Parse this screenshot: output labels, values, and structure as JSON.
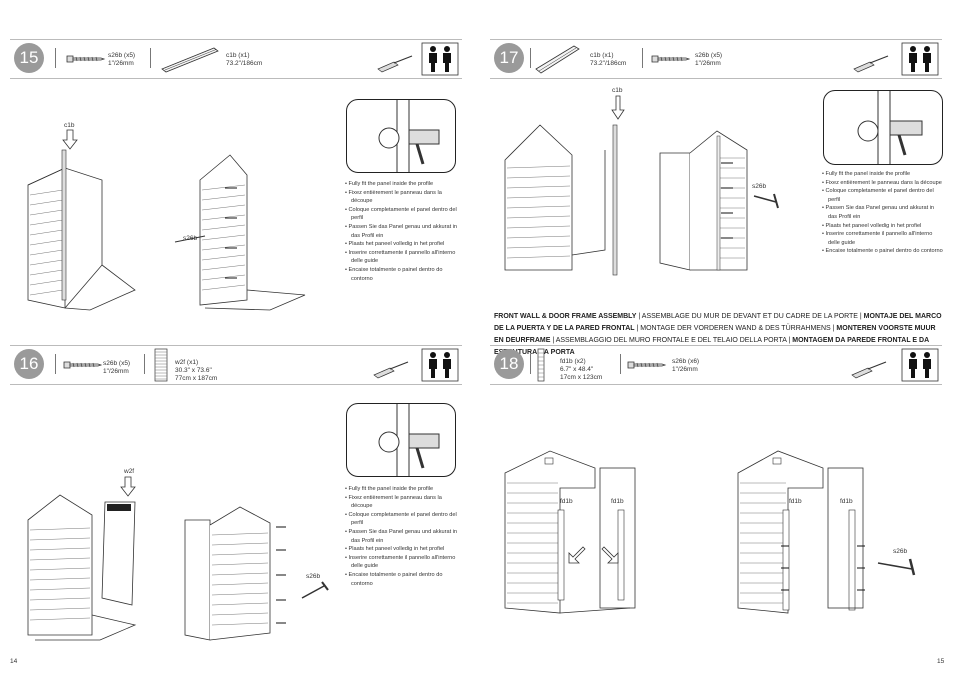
{
  "pages": {
    "left": "14",
    "right": "15"
  },
  "bullet_text": [
    "Fully fit the panel inside the profile",
    "Fixez entièrement le panneau dans la découpe",
    "Coloque completamente el panel dentro del perfil",
    "Passen Sie das Panel genau und akkurat in das Profil ein",
    "Plaats het paneel volledig in het profiel",
    "Inserire correttamente il pannello all'interno delle guide",
    "Encaixe totalmente o painel dentro do contorno"
  ],
  "steps": {
    "s15": {
      "number": "15",
      "parts": [
        {
          "code": "s26b (x5)",
          "size": "1\"/26mm"
        },
        {
          "code": "c1b (x1)",
          "size": "73.2\"/186cm"
        }
      ],
      "labels": {
        "c1b": "c1b",
        "s26b": "s26b"
      }
    },
    "s16": {
      "number": "16",
      "parts": [
        {
          "code": "s26b (x5)",
          "size": "1\"/26mm"
        },
        {
          "code": "w2f (x1)",
          "size": "30.3\" x 73.6\"",
          "size2": "77cm x 187cm"
        }
      ],
      "labels": {
        "w2f": "w2f",
        "s26b": "s26b"
      }
    },
    "s17": {
      "number": "17",
      "parts": [
        {
          "code": "c1b (x1)",
          "size": "73.2\"/186cm"
        },
        {
          "code": "s26b (x5)",
          "size": "1\"/26mm"
        }
      ],
      "labels": {
        "c1b": "c1b",
        "s26b": "s26b"
      }
    },
    "s18": {
      "number": "18",
      "parts": [
        {
          "code": "fd1b (x2)",
          "size": "6.7\" x 48.4\"",
          "size2": "17cm x 123cm"
        },
        {
          "code": "s26b (x6)",
          "size": "1\"/26mm"
        }
      ],
      "labels": {
        "fd1b_a": "fd1b",
        "fd1b_b": "fd1b",
        "fd1b_c": "fd1b",
        "fd1b_d": "fd1b",
        "s26b": "s26b"
      }
    }
  },
  "section_title": {
    "en": "FRONT WALL & DOOR FRAME ASSEMBLY",
    "fr": "ASSEMBLAGE DU MUR DE DEVANT ET DU CADRE DE LA PORTE",
    "es": "MONTAJE DEL MARCO DE LA PUERTA Y DE LA PARED FRONTAL",
    "de": "MONTAGE DER VORDEREN WAND & DES TÜRRAHMENS",
    "nl": "MONTEREN VOORSTE MUUR EN DEURFRAME",
    "it": "ASSEMBLAGGIO DEL MURO FRONTALE E DEL TELAIO DELLA PORTA",
    "pt": "MONTAGEM DA PAREDE FRONTAL E DA ESTRUTURA DA PORTA",
    "sep": " | "
  }
}
